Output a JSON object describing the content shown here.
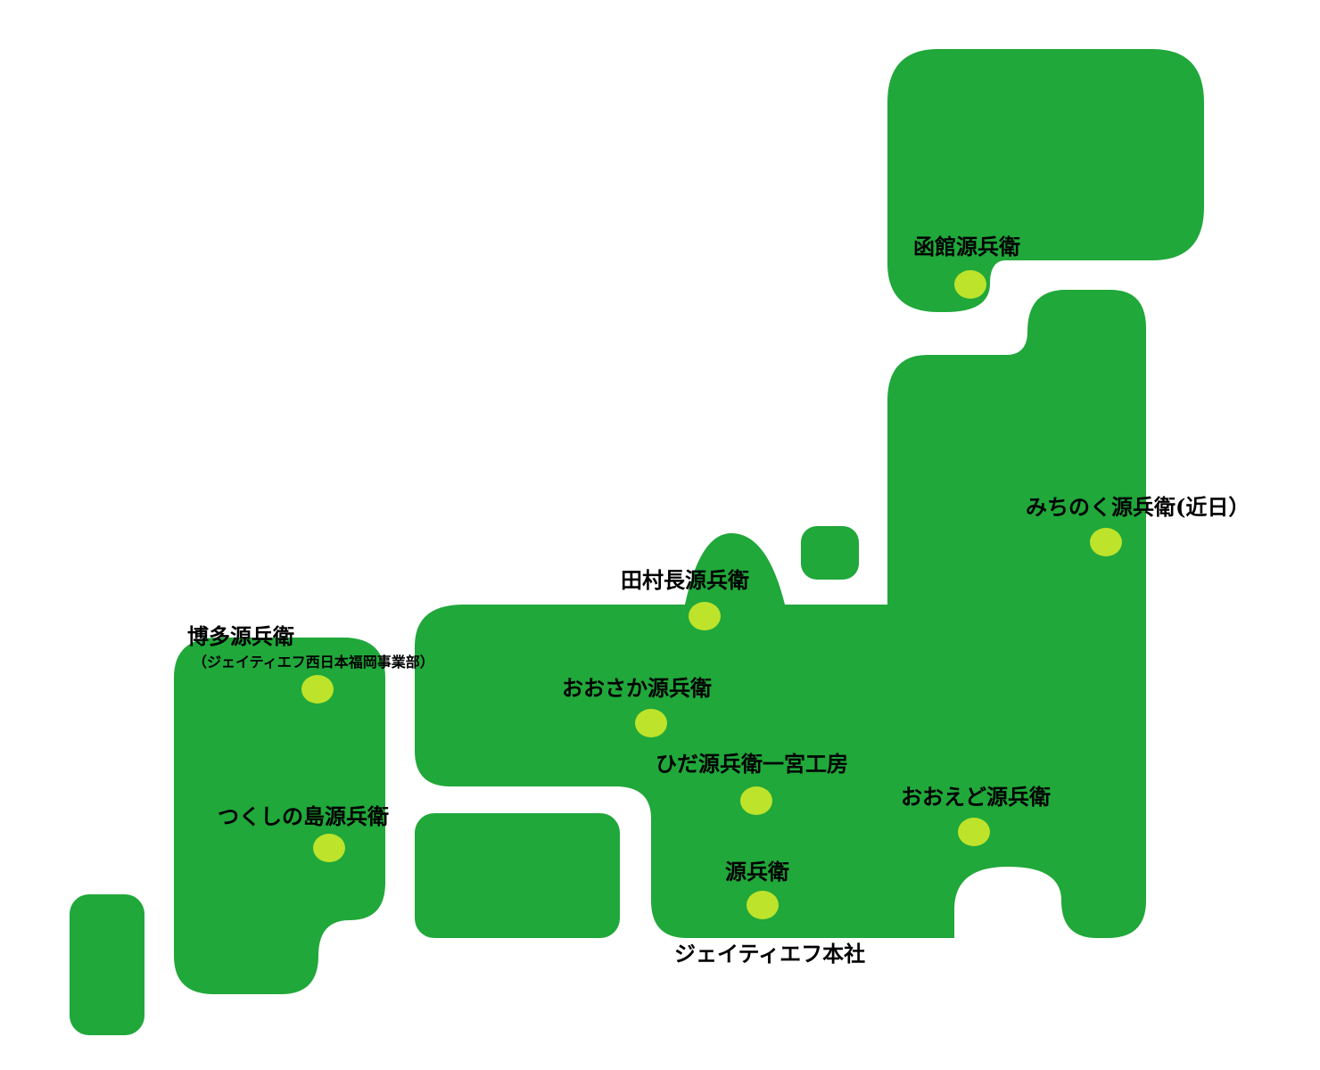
{
  "colors": {
    "land": "#20a83a",
    "marker": "#bde32b",
    "background": "#ffffff",
    "text": "#000000"
  },
  "regions": [
    {
      "name": "hokkaido"
    },
    {
      "name": "tohoku"
    },
    {
      "name": "honshu-central"
    },
    {
      "name": "chubu-kanto"
    },
    {
      "name": "noto"
    },
    {
      "name": "sado"
    },
    {
      "name": "shikoku"
    },
    {
      "name": "kyushu"
    },
    {
      "name": "southern-islands"
    }
  ],
  "locations": [
    {
      "id": "hakodate",
      "label": "函館源兵衛"
    },
    {
      "id": "michinoku",
      "label": "みちのく源兵衛(近日）"
    },
    {
      "id": "tamuracho",
      "label": "田村長源兵衛"
    },
    {
      "id": "hakata",
      "label": "博多源兵衛",
      "sublabel": "（ジェイティエフ西日本福岡事業部）"
    },
    {
      "id": "oosaka",
      "label": "おおさか源兵衛"
    },
    {
      "id": "hida",
      "label": "ひだ源兵衛一宮工房"
    },
    {
      "id": "tsukushi",
      "label": "つくしの島源兵衛"
    },
    {
      "id": "ooedo",
      "label": "おおえど源兵衛"
    },
    {
      "id": "genbei",
      "label": "源兵衛"
    }
  ],
  "headquarters": {
    "label": "ジェイティエフ本社"
  }
}
